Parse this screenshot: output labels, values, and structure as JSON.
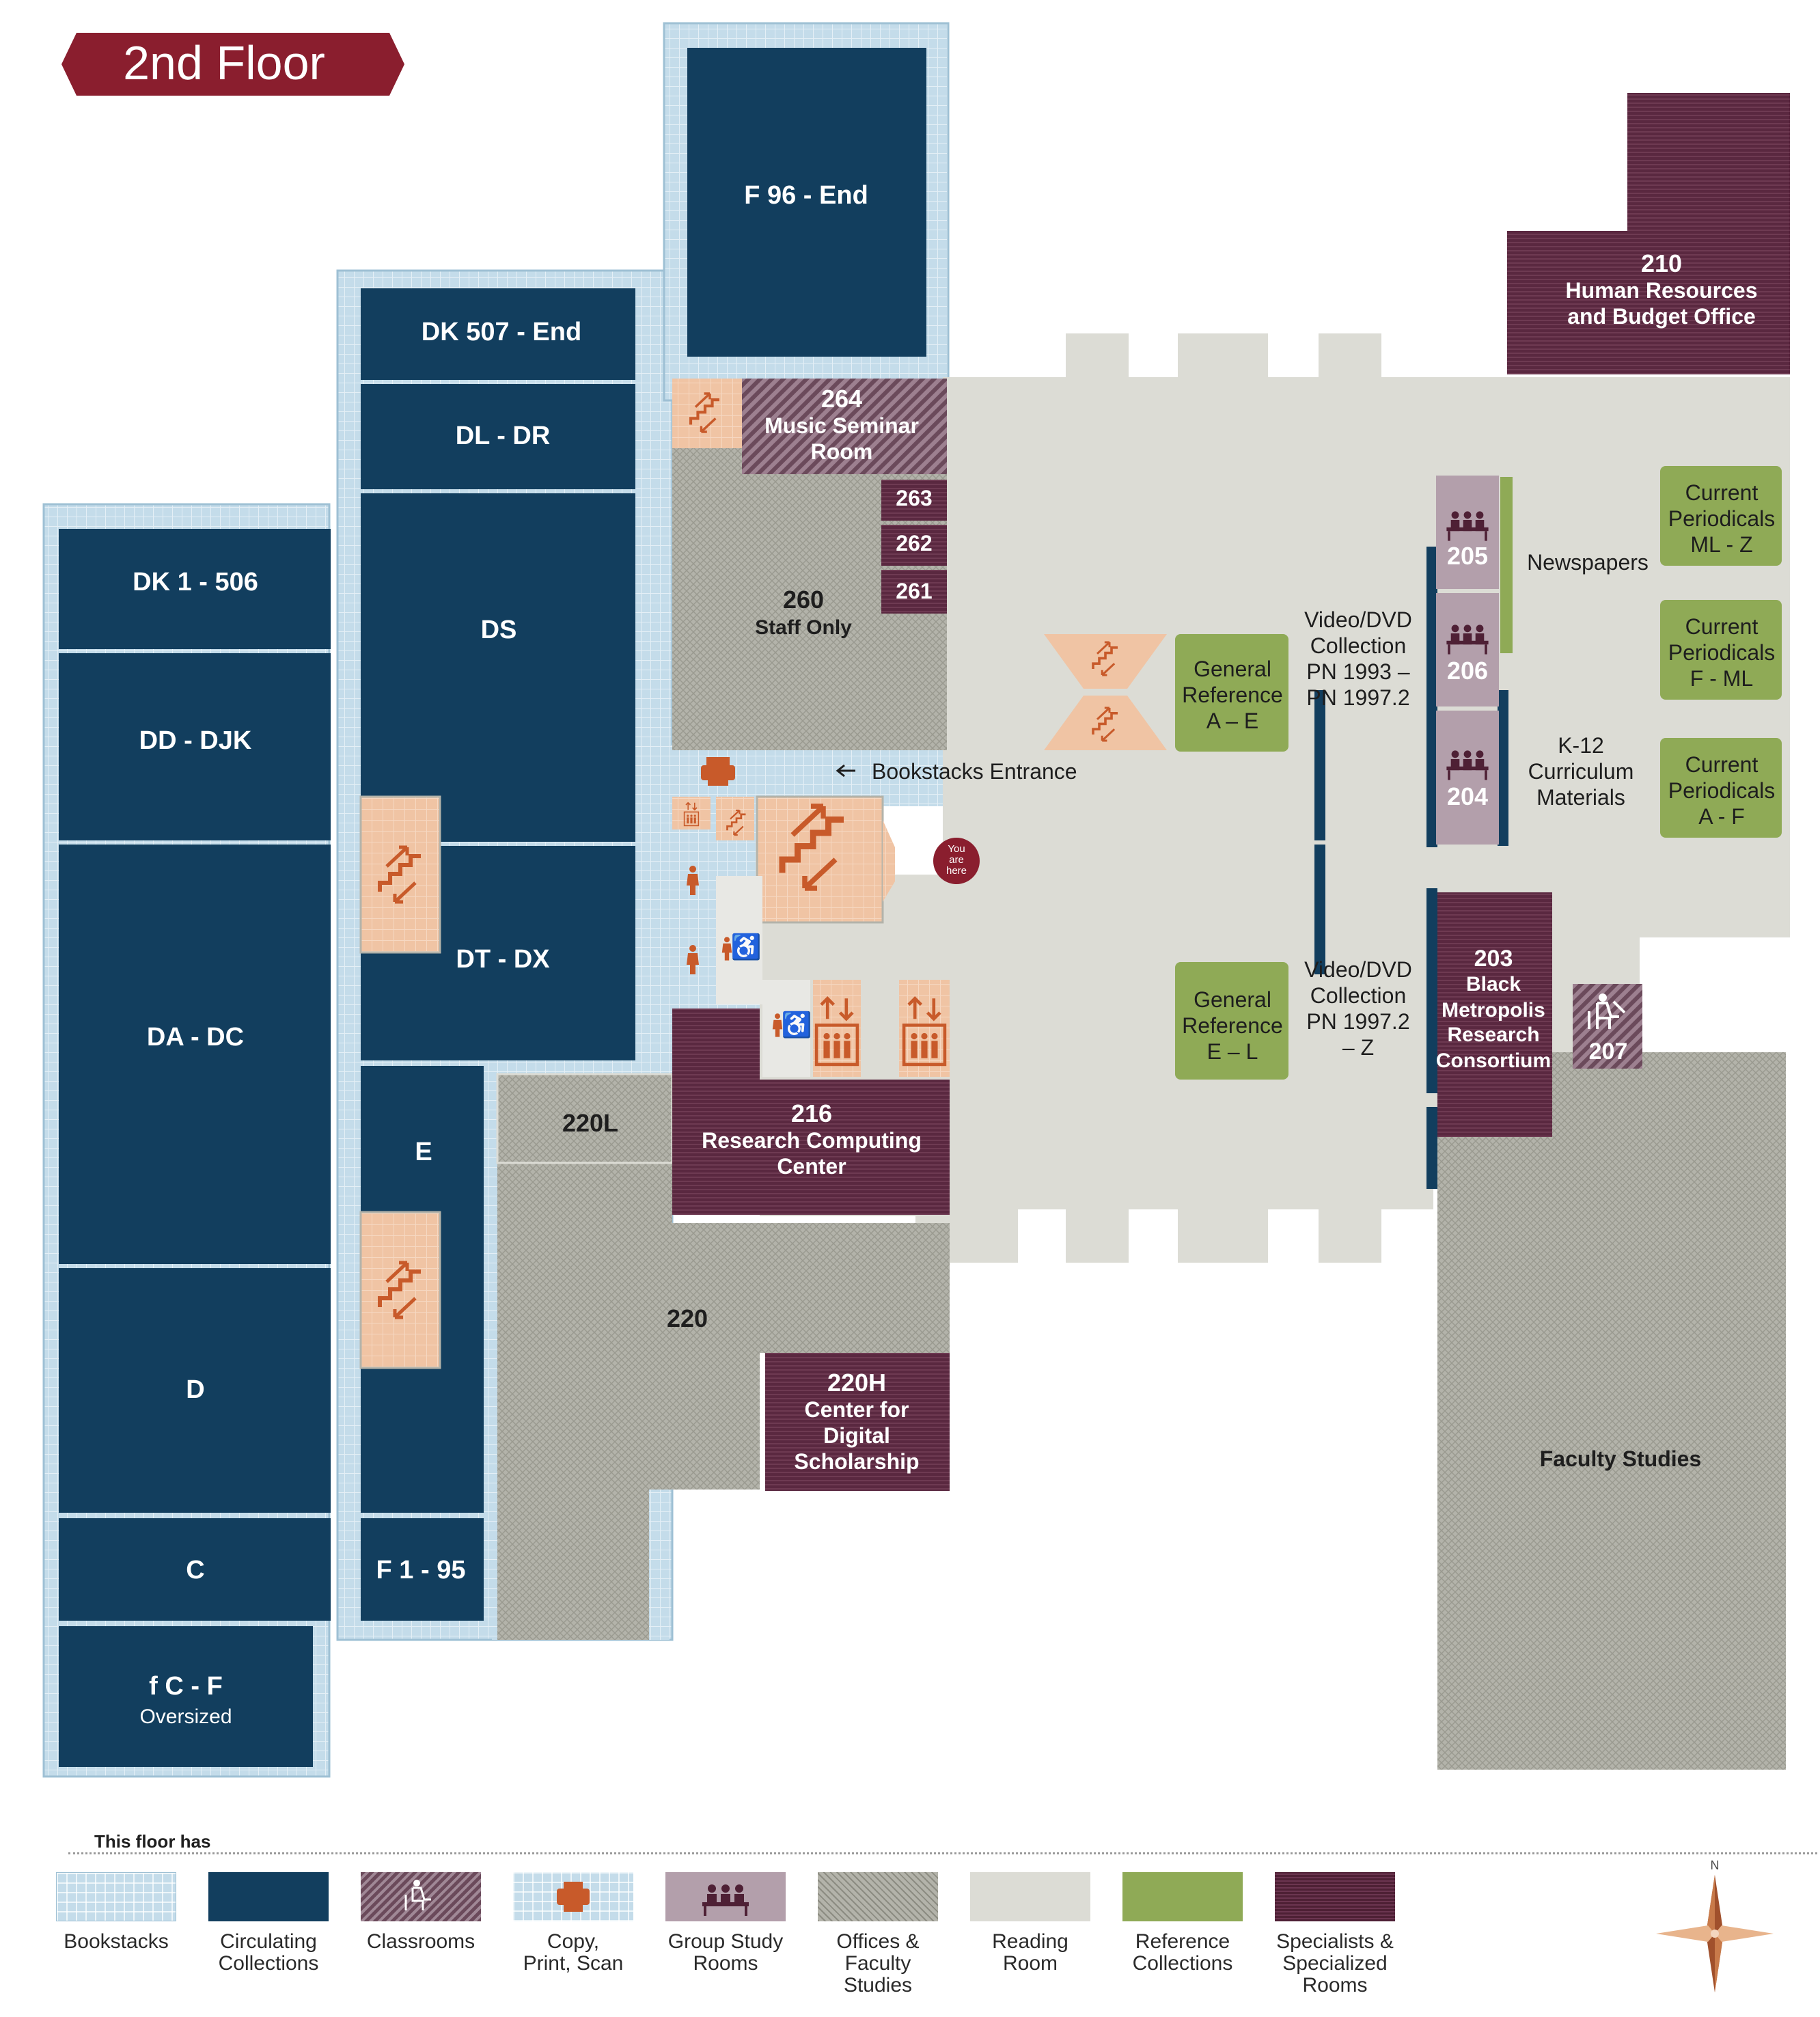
{
  "title": "2nd Floor",
  "colors": {
    "banner": "#8a1e2e",
    "bookstacks": "#c4dcea",
    "circulating": "#123e5e",
    "classroom": "#8a6a7a",
    "group_study": "#b39fab",
    "offices": "#b3b3aa",
    "reading_room": "#dcdcd5",
    "reference": "#8faa56",
    "specialists": "#5a2840",
    "stairs": "#f0c4a4",
    "icon": "#c85a2a"
  },
  "ranges": {
    "f96_end": "F 96 - End",
    "dk507_end": "DK 507 - End",
    "dl_dr": "DL - DR",
    "dk1_506": "DK 1 - 506",
    "ds": "DS",
    "dd_djk": "DD - DJK",
    "dt_dx": "DT - DX",
    "da_dc": "DA - DC",
    "e": "E",
    "d": "D",
    "c": "C",
    "f1_95": "F 1 - 95",
    "fc_f": "f C - F",
    "fc_f_sub": "Oversized"
  },
  "rooms": {
    "r210_num": "210",
    "r210_l1": "Human Resources",
    "r210_l2": "and Budget Office",
    "r264_num": "264",
    "r264_l1": "Music Seminar",
    "r264_l2": "Room",
    "r263": "263",
    "r262": "262",
    "r261": "261",
    "r260_num": "260",
    "r260_l1": "Staff Only",
    "r205": "205",
    "r206": "206",
    "r204": "204",
    "r203_num": "203",
    "r203_l1": "Black",
    "r203_l2": "Metropolis",
    "r203_l3": "Research",
    "r203_l4": "Consortium",
    "r207": "207",
    "r216_num": "216",
    "r216_l1": "Research Computing",
    "r216_l2": "Center",
    "r220L": "220L",
    "r220": "220",
    "r220H_num": "220H",
    "r220H_l1": "Center for",
    "r220H_l2": "Digital",
    "r220H_l3": "Scholarship",
    "faculty_studies": "Faculty Studies"
  },
  "labels": {
    "newspapers": "Newspapers",
    "video1_l1": "Video/DVD",
    "video1_l2": "Collection",
    "video1_l3": "PN 1993 –",
    "video1_l4": "PN 1997.2",
    "video2_l1": "Video/DVD",
    "video2_l2": "Collection",
    "video2_l3": "PN 1997.2",
    "video2_l4": "– Z",
    "k12_l1": "K-12",
    "k12_l2": "Curriculum",
    "k12_l3": "Materials",
    "bookstacks_entrance": "Bookstacks Entrance",
    "you_are_here_1": "You",
    "you_are_here_2": "are",
    "you_are_here_3": "here",
    "genref_ae_1": "General",
    "genref_ae_2": "Reference",
    "genref_ae_3": "A – E",
    "genref_el_1": "General",
    "genref_el_2": "Reference",
    "genref_el_3": "E – L",
    "cp_ml_z_1": "Current",
    "cp_ml_z_2": "Periodicals",
    "cp_ml_z_3": "ML - Z",
    "cp_f_ml_1": "Current",
    "cp_f_ml_2": "Periodicals",
    "cp_f_ml_3": "F - ML",
    "cp_a_f_1": "Current",
    "cp_a_f_2": "Periodicals",
    "cp_a_f_3": "A - F"
  },
  "legend": {
    "title": "This floor has",
    "items": [
      {
        "key": "bookstacks",
        "label": "Bookstacks"
      },
      {
        "key": "circulating",
        "label": "Circulating\nCollections"
      },
      {
        "key": "classrooms",
        "label": "Classrooms"
      },
      {
        "key": "copy",
        "label": "Copy,\nPrint, Scan"
      },
      {
        "key": "group",
        "label": "Group Study\nRooms"
      },
      {
        "key": "offices",
        "label": "Offices &\nFaculty\nStudies"
      },
      {
        "key": "reading",
        "label": "Reading\nRoom"
      },
      {
        "key": "reference",
        "label": "Reference\nCollections"
      },
      {
        "key": "specialists",
        "label": "Specialists &\nSpecialized\nRooms"
      }
    ]
  },
  "compass": {
    "north": "N"
  }
}
